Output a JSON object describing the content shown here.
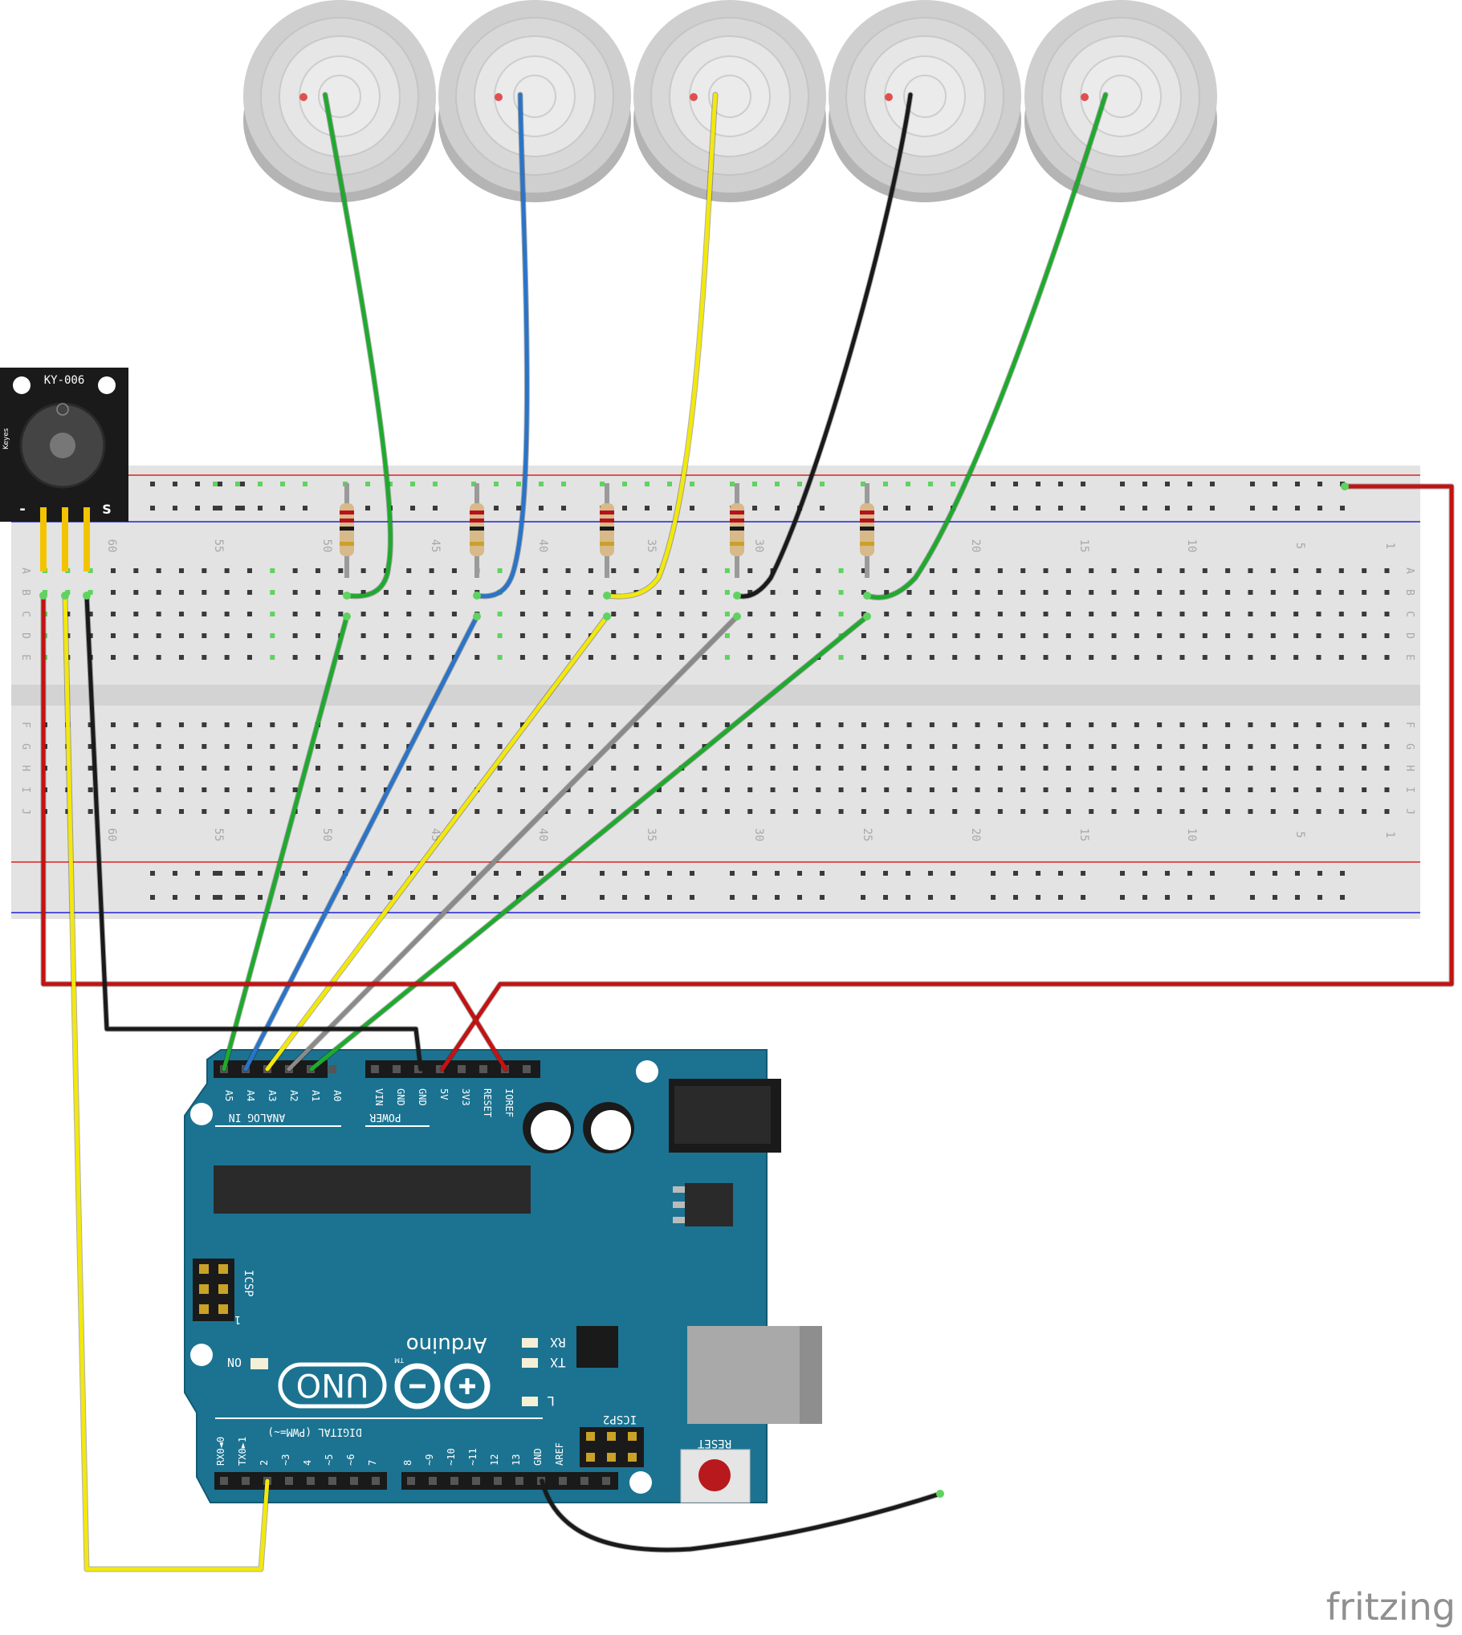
{
  "buzzer": {
    "model": "KY-006",
    "maker": "Keyes",
    "pin_minus": "-",
    "pin_signal": "S"
  },
  "breadboard": {
    "column_labels": [
      "60",
      "55",
      "50",
      "45",
      "40",
      "35",
      "30",
      "25",
      "20",
      "15",
      "10",
      "5",
      "1"
    ],
    "row_labels_top": [
      "A",
      "B",
      "C",
      "D",
      "E"
    ],
    "row_labels_bottom": [
      "F",
      "G",
      "H",
      "I",
      "J"
    ]
  },
  "arduino": {
    "brand": "Arduino",
    "trademark": "TM",
    "model": "UNO",
    "analog_pins": [
      "A5",
      "A4",
      "A3",
      "A2",
      "A1",
      "A0"
    ],
    "analog_header": "ANALOG IN",
    "power_pins": [
      "VIN",
      "GND",
      "GND",
      "5V",
      "3V3",
      "RESET",
      "IOREF"
    ],
    "power_header": "POWER",
    "digital_header": "DIGITAL (PWM=~)",
    "digital_pins": [
      "RX0◄0",
      "TX0►1",
      "2",
      "~3",
      "4",
      "~5",
      "~6",
      "7",
      "8",
      "~9",
      "~10",
      "~11",
      "12",
      "13",
      "GND",
      "AREF"
    ],
    "icsp": "ICSP",
    "icsp2": "ICSP2",
    "icsp_pin1": "1",
    "leds": [
      "RX",
      "TX",
      "L"
    ],
    "on_label": "ON",
    "reset_label": "RESET"
  },
  "watermark": "fritzing",
  "colors": {
    "board_blue": "#1b7391",
    "wire_green": "#1faa2d",
    "wire_blue": "#2a74c9",
    "wire_yellow": "#f2e80c",
    "wire_black": "#1a1a1a",
    "wire_gray": "#8a8a8a",
    "wire_red": "#c41212",
    "breadboard": "#e3e3e3"
  }
}
